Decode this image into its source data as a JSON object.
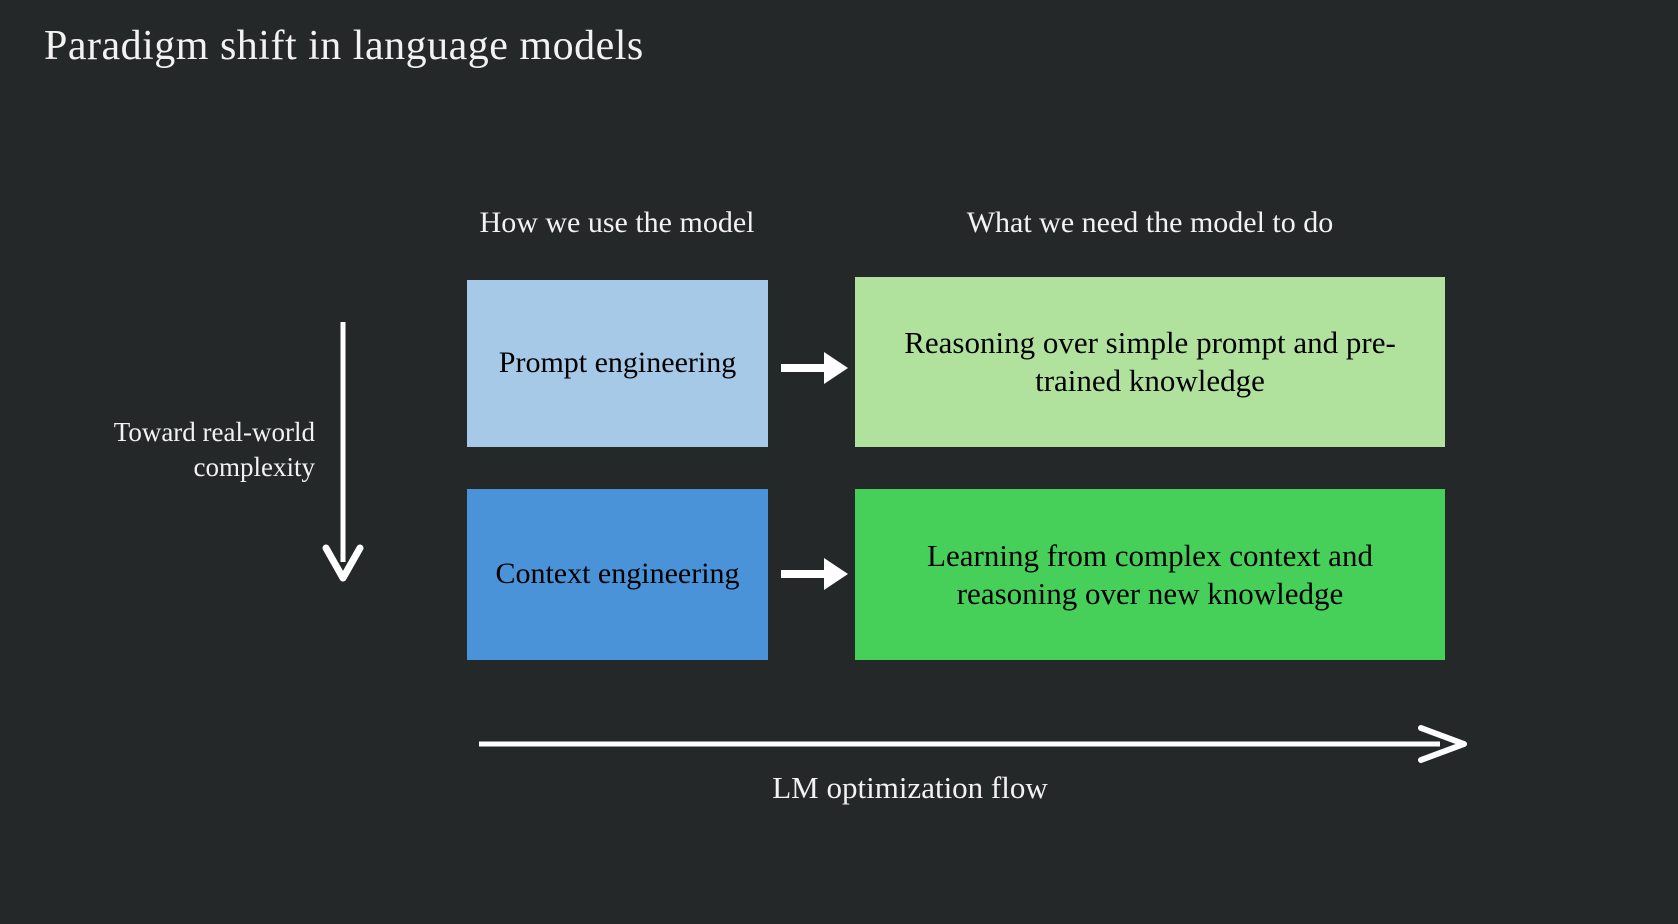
{
  "background_color": "#252829",
  "title": "Paradigm shift in language models",
  "columns": [
    {
      "header": "How we use the model"
    },
    {
      "header": "What we need the model to do"
    }
  ],
  "rows": [
    {
      "method": "Prompt engineering",
      "method_color": "#a6c9e8",
      "requirement": "Reasoning over simple prompt and pre-trained knowledge",
      "requirement_color": "#b0e29e",
      "connector": "right-arrow-icon"
    },
    {
      "method": "Context engineering",
      "method_color": "#4a93d9",
      "requirement": "Learning from complex context and reasoning over new knowledge",
      "requirement_color": "#46cf59",
      "connector": "right-arrow-icon"
    }
  ],
  "axes": {
    "vertical": {
      "label": "Toward real-world complexity",
      "icon": "down-arrow-icon",
      "color": "#ffffff"
    },
    "horizontal": {
      "label": "LM optimization flow",
      "icon": "right-arrow-icon",
      "color": "#ffffff"
    }
  },
  "text_color": "#f2f2f2",
  "box_text_color": "#000000"
}
